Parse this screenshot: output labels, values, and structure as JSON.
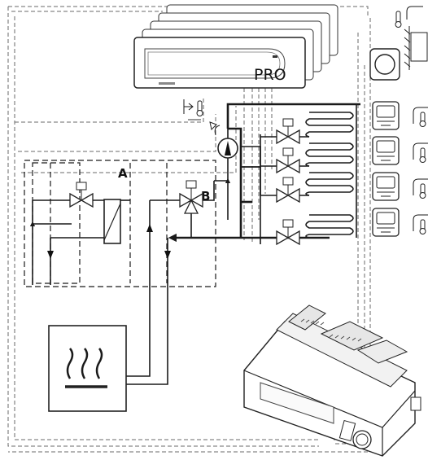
{
  "labels": {
    "zone_a": "A",
    "zone_b": "B",
    "controller": "PRO"
  },
  "icons": [
    "thermostat-icon",
    "heat-source-icon",
    "pump-icon",
    "valve-icon",
    "three-way-valve-icon",
    "heat-exchanger-icon",
    "underfloor-loop-icon",
    "room-thermostat-icon",
    "temperature-sensor-icon",
    "controller-unit-icon"
  ]
}
